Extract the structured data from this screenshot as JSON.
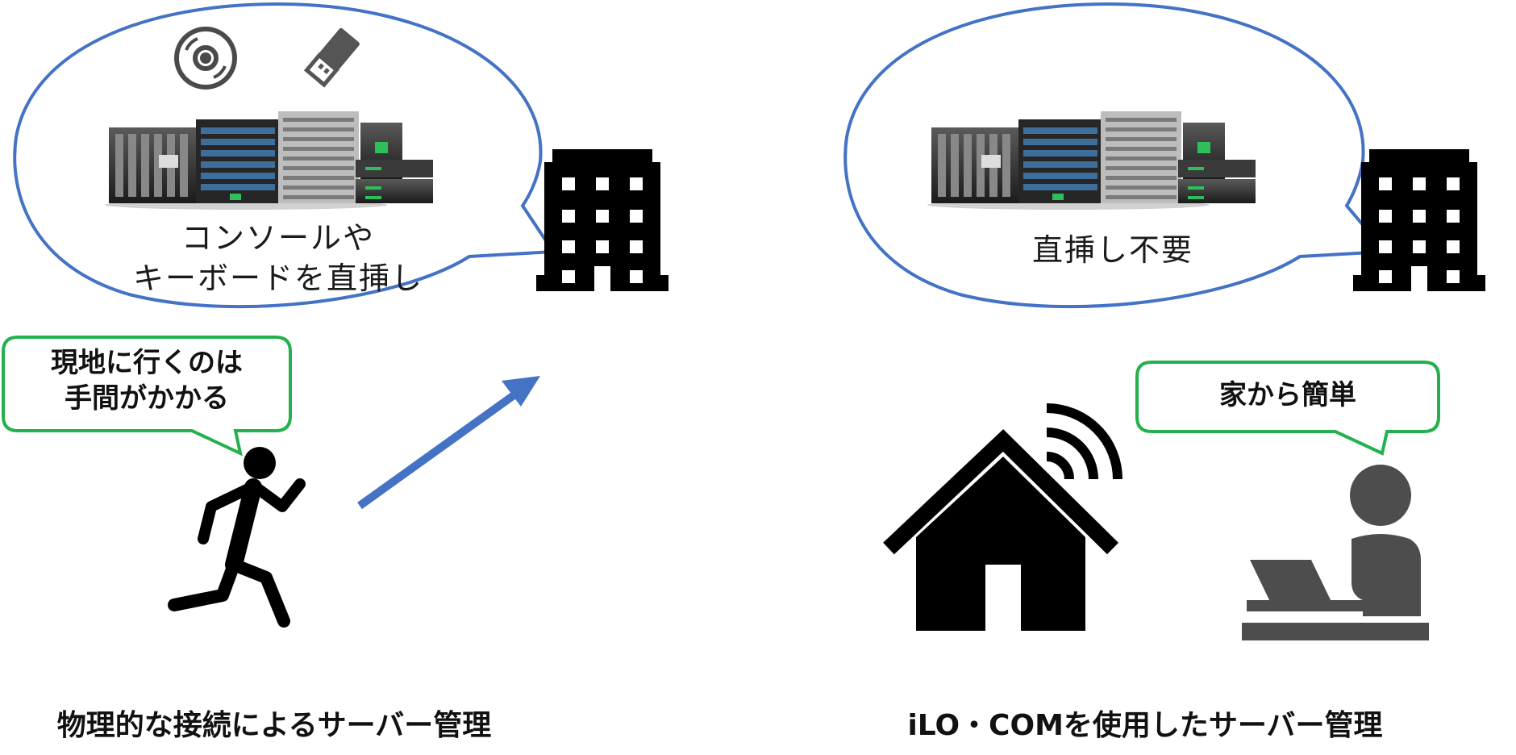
{
  "colors": {
    "bubble_stroke": "#4472c4",
    "callout_stroke": "#22b14c",
    "arrow": "#4472c4",
    "icon_black": "#000000",
    "icon_gray": "#4d4d4d"
  },
  "left": {
    "bubble_lines": [
      "コンソールや",
      "キーボードを直挿し"
    ],
    "callout_lines": [
      "現地に行くのは",
      "手間がかかる"
    ],
    "caption": "物理的な接続によるサーバー管理",
    "icons": [
      "disc-icon",
      "usb-drive-icon",
      "server-rack-icon",
      "office-building-icon",
      "running-person-icon",
      "arrow-icon"
    ]
  },
  "right": {
    "bubble_text": "直挿し不要",
    "callout_text": "家から簡単",
    "caption": "iLO・COMを使用したサーバー管理",
    "icons": [
      "server-rack-icon",
      "office-building-icon",
      "smart-home-icon",
      "remote-worker-icon"
    ]
  }
}
